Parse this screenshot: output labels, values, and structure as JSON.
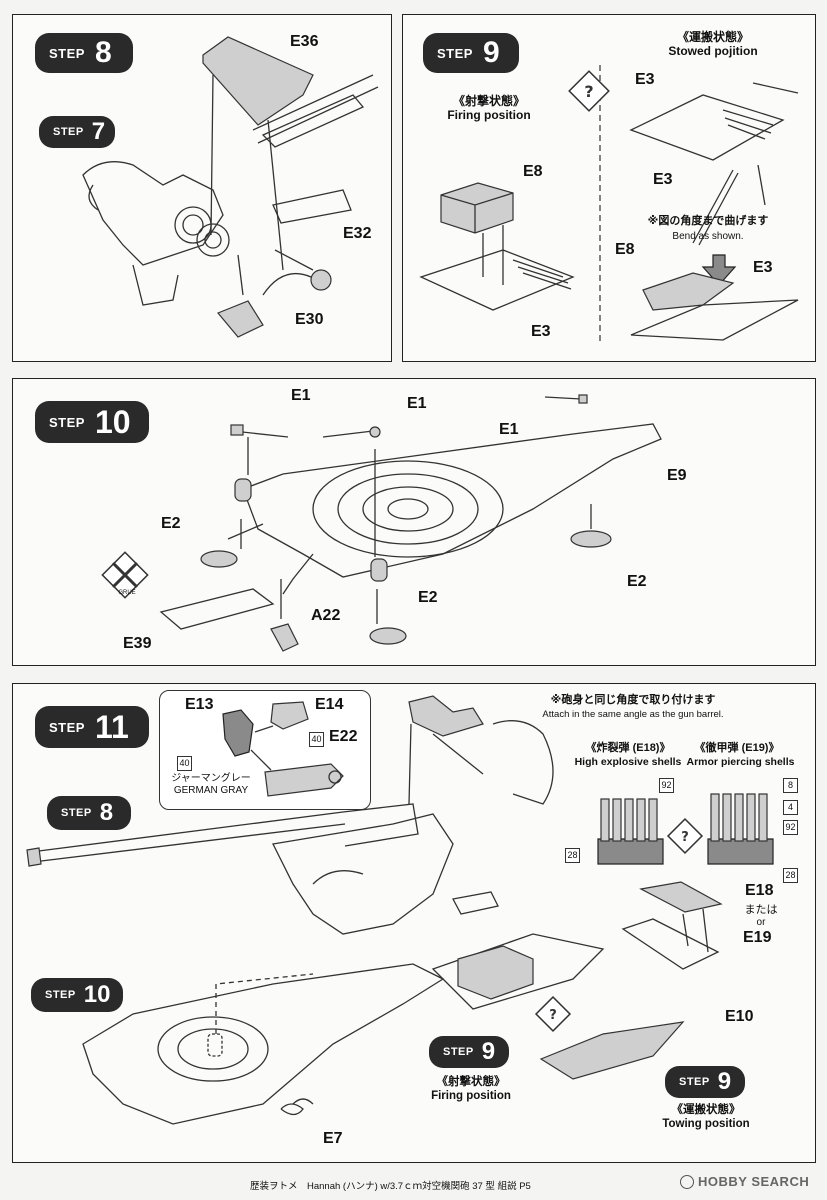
{
  "steps": {
    "step8": {
      "word": "STEP",
      "num": "8"
    },
    "step9": {
      "word": "STEP",
      "num": "9"
    },
    "step10": {
      "word": "STEP",
      "num": "10"
    },
    "step11": {
      "word": "STEP",
      "num": "11"
    },
    "ref_step7": {
      "word": "STEP",
      "num": "7"
    },
    "ref_step8": {
      "word": "STEP",
      "num": "8"
    },
    "ref_step10": {
      "word": "STEP",
      "num": "10"
    },
    "ref_step9a": {
      "word": "STEP",
      "num": "9"
    },
    "ref_step9b": {
      "word": "STEP",
      "num": "9"
    }
  },
  "step8_parts": {
    "e36": "E36",
    "e32": "E32",
    "e30": "E30"
  },
  "step9": {
    "firing_jp": "《射撃状態》",
    "firing_en": "Firing position",
    "stowed_jp": "《運搬状態》",
    "stowed_en": "Stowed pojition",
    "e8": "E8",
    "e3_a": "E3",
    "e3_b": "E3",
    "e3_c": "E3",
    "e3_d": "E3",
    "e8_b": "E8",
    "bend_jp": "※図の角度まで曲げます",
    "bend_en": "Bend as shown."
  },
  "step10": {
    "e1_a": "E1",
    "e1_b": "E1",
    "e1_c": "E1",
    "e9": "E9",
    "e2_a": "E2",
    "e2_b": "E2",
    "e2_c": "E2",
    "a22": "A22",
    "e39": "E39",
    "glue_tag": "GRUE"
  },
  "step11": {
    "e13": "E13",
    "e14": "E14",
    "e22": "E22",
    "color_code_a": "40",
    "color_code_b": "40",
    "german_gray_jp": "ジャーマングレー",
    "german_gray_en": "GERMAN GRAY",
    "attach_jp": "※砲身と同じ角度で取り付けます",
    "attach_en": "Attach in the same angle as the gun barrel.",
    "he_jp": "《炸裂弾 (E18)》",
    "he_en": "High explosive shells",
    "ap_jp": "《徹甲弾 (E19)》",
    "ap_en": "Armor piercing shells",
    "code_92a": "92",
    "code_28a": "28",
    "code_8": "8",
    "code_4": "4",
    "code_92b": "92",
    "code_28b": "28",
    "e18": "E18",
    "or_jp": "または",
    "or_en": "or",
    "e19": "E19",
    "e10": "E10",
    "e7": "E7",
    "firing_jp": "《射撃状態》",
    "firing_en": "Firing position",
    "towing_jp": "《運搬状態》",
    "towing_en": "Towing position"
  },
  "footer": {
    "caption": "歴装ヲトメ　Hannah (ハンナ) w/3.7ｃｍ対空機関砲 37 型 組説 P5",
    "watermark": "HOBBY SEARCH"
  }
}
